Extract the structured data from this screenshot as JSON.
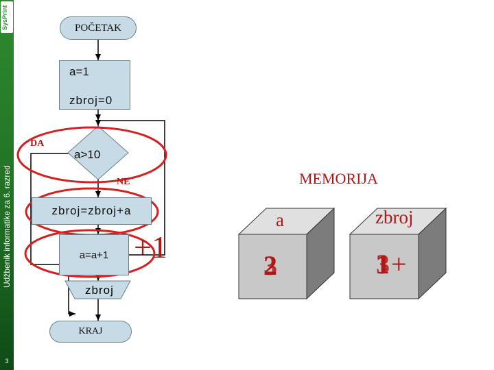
{
  "sidebar": {
    "logo_text": "SysPrint",
    "vertical_text": "Udžbenik informatike za 6. razred",
    "page_number": "3"
  },
  "flowchart": {
    "start_label": "POČETAK",
    "init_a": "a=1",
    "init_sum": "zbroj=0",
    "condition": "a>10",
    "yes_label": "DA",
    "no_label": "NE",
    "sum_step": "zbroj=zbroj+a",
    "increment_step": "a=a+1",
    "output": "zbroj",
    "end_label": "KRAJ",
    "increment_annotation": "+1"
  },
  "memory": {
    "title": "MEMORIJA",
    "var_a_label": "a",
    "var_a_values": [
      "3",
      "2"
    ],
    "var_sum_label": "zbroj",
    "var_sum_values": [
      "3",
      "1"
    ],
    "var_sum_suffix": "+"
  },
  "colors": {
    "node_fill": "#c6dbe6",
    "highlight": "#d42020",
    "annotation": "#b01818",
    "cube_front": "#c8c8c8",
    "cube_top": "#e0e0e0",
    "cube_side": "#7c7c7c",
    "sidebar": "#1f6e24"
  }
}
